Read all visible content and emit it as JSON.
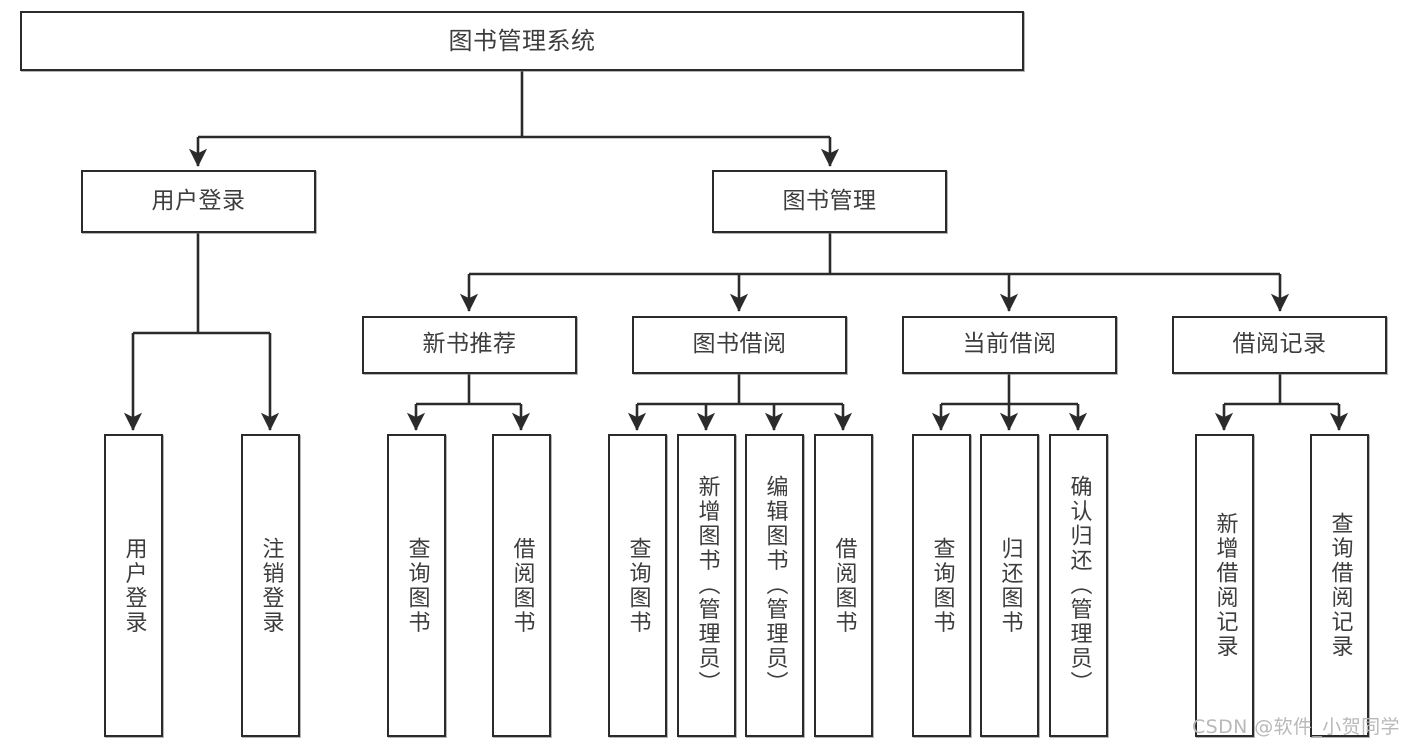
{
  "diagram": {
    "type": "hierarchy-tree",
    "title": "图书管理系统",
    "edge_color": "#2b2b2b",
    "node_border_color": "#2b2b2b",
    "node_fill_color": "#ffffff",
    "text_color": "#3d3d3d"
  },
  "nodes": {
    "root": {
      "label": "图书管理系统"
    },
    "level2": [
      {
        "label": "用户登录"
      },
      {
        "label": "图书管理"
      }
    ],
    "level3": [
      {
        "label": "新书推荐"
      },
      {
        "label": "图书借阅"
      },
      {
        "label": "当前借阅"
      },
      {
        "label": "借阅记录"
      }
    ],
    "leaves": {
      "user_login": [
        {
          "label": "用户登录"
        },
        {
          "label": "注销登录"
        }
      ],
      "new_book": [
        {
          "label": "查询图书"
        },
        {
          "label": "借阅图书"
        }
      ],
      "book_borrow": [
        {
          "label": "查询图书"
        },
        {
          "label": "新增图书（管理员）"
        },
        {
          "label": "编辑图书（管理员）"
        },
        {
          "label": "借阅图书"
        }
      ],
      "current_borrow": [
        {
          "label": "查询图书"
        },
        {
          "label": "归还图书"
        },
        {
          "label": "确认归还（管理员）"
        }
      ],
      "borrow_record": [
        {
          "label": "新增借阅记录"
        },
        {
          "label": "查询借阅记录"
        }
      ]
    }
  },
  "watermark": {
    "text": "CSDN @软件_小贺同学"
  }
}
